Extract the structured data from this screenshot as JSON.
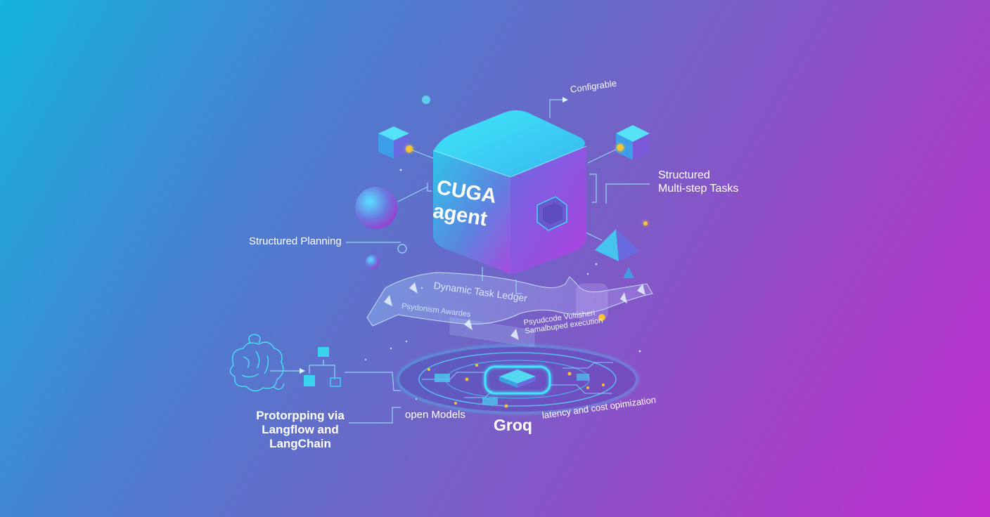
{
  "diagram": {
    "cube": {
      "title": "CUGA\nagent"
    },
    "labels": {
      "configurable": "Configrable",
      "structured_tasks": "Structured\nMulti-step Tasks",
      "structured_planning": "Structured Planning",
      "ribbon_title": "Dynamic Task Ledger",
      "ribbon_sub": "Psydonism Awardes",
      "pseudocode": "Psyudcode Vultisheri\nSamalbuped execution",
      "prototyping": "Protorpping via\nLangflow and\nLangChain",
      "open_models": "open Models",
      "groq": "Groq",
      "latency": "latency and cost opimization"
    },
    "colors": {
      "bg_start": "#14b4dc",
      "bg_end": "#c02ed0",
      "accent_cyan": "#3fe6ff",
      "node_gold": "#f4c430",
      "cube_magenta": "#b040e0"
    }
  }
}
